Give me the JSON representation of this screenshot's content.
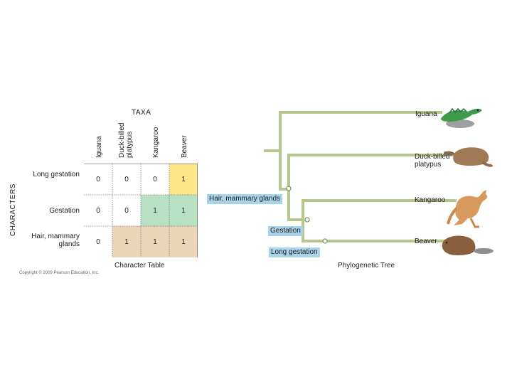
{
  "table": {
    "taxa_title": "TAXA",
    "characters_title": "CHARACTERS",
    "taxa": [
      "Iguana",
      "Duck-billed platypus",
      "Kangaroo",
      "Beaver"
    ],
    "rows": [
      {
        "label": "Long gestation",
        "values": [
          "0",
          "0",
          "0",
          "1"
        ]
      },
      {
        "label": "Gestation",
        "values": [
          "0",
          "0",
          "1",
          "1"
        ]
      },
      {
        "label": "Hair, mammary glands",
        "values": [
          "0",
          "1",
          "1",
          "1"
        ]
      }
    ],
    "caption": "Character Table",
    "colors": {
      "long_gestation": "#fde68a",
      "gestation": "#b8e0c2",
      "hair": "#ead5b8",
      "grid": "#555555"
    }
  },
  "tree": {
    "caption": "Phylogenetic Tree",
    "taxa": [
      "Iguana",
      "Duck-billed platypus",
      "Kangaroo",
      "Beaver"
    ],
    "characters": [
      "Hair, mammary glands",
      "Gestation",
      "Long gestation"
    ],
    "colors": {
      "branch": "#b5c78d",
      "tag": "#a9d3e8"
    }
  },
  "copyright": "Copyright © 2009 Pearson Education, Inc."
}
